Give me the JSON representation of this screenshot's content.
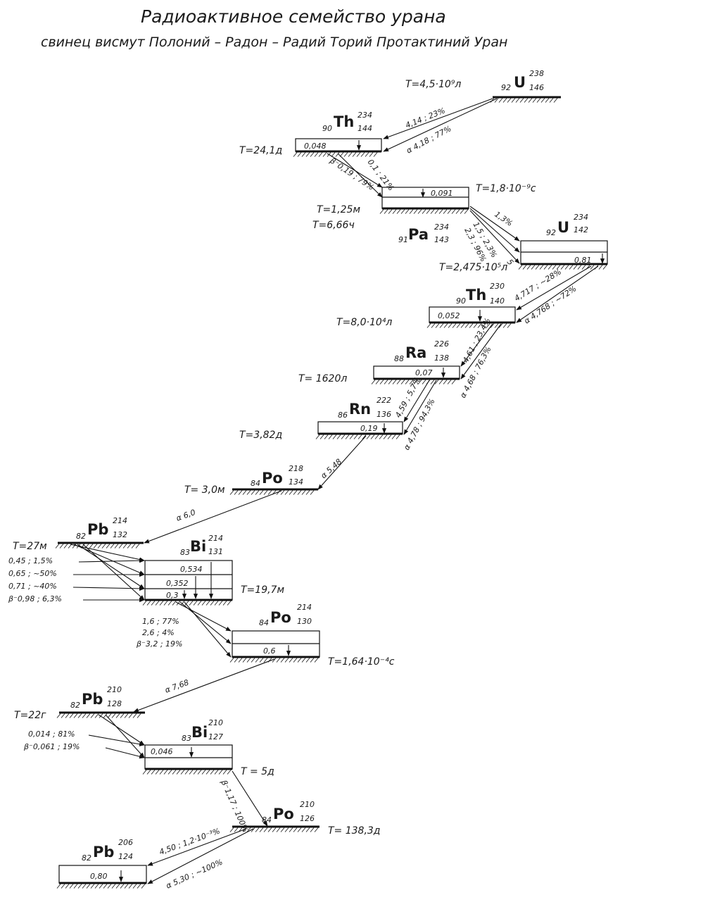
{
  "title": "Радиоактивное семейство урана",
  "header": "свинец висмут Полоний – Радон – Радий Торий Протактиний Уран",
  "nuclides": [
    {
      "id": "u238",
      "z": "92",
      "sym": "U",
      "a": "238",
      "n": "146",
      "half_life": "T=4,5·10⁹л",
      "levels": []
    },
    {
      "id": "th234",
      "z": "90",
      "sym": "Th",
      "a": "234",
      "n": "144",
      "half_life": "T=24,1д",
      "levels": [
        "0,048"
      ]
    },
    {
      "id": "pa234",
      "z": "91",
      "sym": "Pa",
      "a": "234",
      "n": "143",
      "half_life": "T=1,25м",
      "half_life2": "T=6,66ч",
      "level_top": "T=1,8·10⁻⁹с",
      "levels": [
        "0,091"
      ]
    },
    {
      "id": "u234",
      "z": "92",
      "sym": "U",
      "a": "234",
      "n": "142",
      "half_life": "T=2,475·10⁵л",
      "levels": [
        "0,81"
      ]
    },
    {
      "id": "th230",
      "z": "90",
      "sym": "Th",
      "a": "230",
      "n": "140",
      "half_life": "T=8,0·10⁴л",
      "levels": [
        "0,052"
      ]
    },
    {
      "id": "ra226",
      "z": "88",
      "sym": "Ra",
      "a": "226",
      "n": "138",
      "half_life": "T= 1620л",
      "levels": [
        "0,07"
      ]
    },
    {
      "id": "rn222",
      "z": "86",
      "sym": "Rn",
      "a": "222",
      "n": "136",
      "half_life": "T=3,82д",
      "levels": [
        "0,19"
      ]
    },
    {
      "id": "po218",
      "z": "84",
      "sym": "Po",
      "a": "218",
      "n": "134",
      "half_life": "T= 3,0м",
      "levels": []
    },
    {
      "id": "pb214",
      "z": "82",
      "sym": "Pb",
      "a": "214",
      "n": "132",
      "half_life": "T=27м",
      "levels": []
    },
    {
      "id": "bi214",
      "z": "83",
      "sym": "Bi",
      "a": "214",
      "n": "131",
      "half_life": "T=19,7м",
      "levels": [
        "0,534",
        "0,352",
        "0,3"
      ]
    },
    {
      "id": "po214",
      "z": "84",
      "sym": "Po",
      "a": "214",
      "n": "130",
      "half_life": "T=1,64·10⁻⁴с",
      "levels": [
        "0,6"
      ]
    },
    {
      "id": "pb210",
      "z": "82",
      "sym": "Pb",
      "a": "210",
      "n": "128",
      "half_life": "T=22г",
      "levels": []
    },
    {
      "id": "bi210",
      "z": "83",
      "sym": "Bi",
      "a": "210",
      "n": "127",
      "half_life": "T = 5д",
      "levels": [
        "0,046"
      ]
    },
    {
      "id": "po210",
      "z": "84",
      "sym": "Po",
      "a": "210",
      "n": "126",
      "half_life": "T= 138,3д",
      "levels": []
    },
    {
      "id": "pb206",
      "z": "82",
      "sym": "Pb",
      "a": "206",
      "n": "124",
      "half_life": "",
      "levels": [
        "0,80"
      ]
    }
  ],
  "decays": {
    "u238_a1": "4,14 ; 23%",
    "u238_a2": "α 4,18 ; 77%",
    "th234_b1": "β⁻0,19 ; 79%",
    "th234_b2": "0,1 ; 21%",
    "pa234_1": "1,3%",
    "pa234_2": "1,5 ; 2,3%",
    "pa234_3": "2,3 ; 96%",
    "pa234_4": "5",
    "u234_a1": "4,717 ; ~28%",
    "u234_a2": "α 4,768 ; ~72%",
    "th230_a1": "4,61 ; 23,4%",
    "th230_a2": "α 4,68 ; 76,3%",
    "ra226_a1": "4,59 ; 5,7%",
    "ra226_a2": "α 4,78 ; 94,3%",
    "rn222_a": "α 5,48",
    "po218_a": "α 6,0",
    "pb214_b1": "0,45 ; 1,5%",
    "pb214_b2": "0,65 ; ~50%",
    "pb214_b3": "0,71 ; ~40%",
    "pb214_b4": "β⁻0,98 ; 6,3%",
    "bi214_b1": "1,6 ; 77%",
    "bi214_b2": "2,6 ; 4%",
    "bi214_b3": "β⁻3,2 ; 19%",
    "po214_a": "α 7,68",
    "pb210_b1": "0,014 ; 81%",
    "pb210_b2": "β⁻0,061 ; 19%",
    "bi210_b": "β⁻1,17 ; 100%",
    "po210_a1": "4,50 ; 1,2·10⁻³%",
    "po210_a2": "α 5,30 ; ~100%"
  }
}
